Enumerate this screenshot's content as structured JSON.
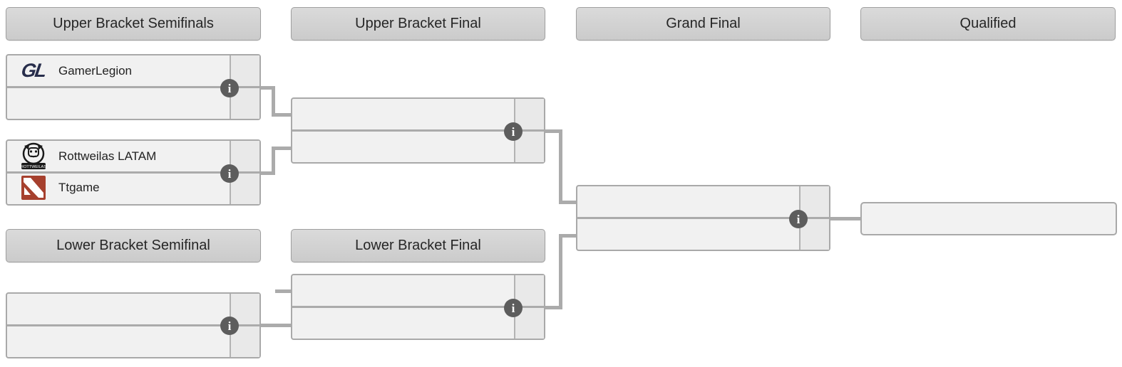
{
  "bracket": {
    "headers": [
      {
        "label": "Upper Bracket Semifinals"
      },
      {
        "label": "Upper Bracket Final"
      },
      {
        "label": "Grand Final"
      },
      {
        "label": "Qualified"
      },
      {
        "label": "Lower Bracket Semifinal"
      },
      {
        "label": "Lower Bracket Final"
      }
    ],
    "matches": {
      "ub_semifinal_1": {
        "teams": [
          {
            "name": "GamerLegion",
            "logo": "gamerlegion-logo"
          },
          {
            "name": "",
            "logo": ""
          }
        ]
      },
      "ub_semifinal_2": {
        "teams": [
          {
            "name": "Rottweilas LATAM",
            "logo": "rottweilas-logo"
          },
          {
            "name": "Ttgame",
            "logo": "dota2-logo"
          }
        ]
      },
      "ub_final": {
        "teams": [
          {
            "name": "",
            "logo": ""
          },
          {
            "name": "",
            "logo": ""
          }
        ]
      },
      "lb_semifinal": {
        "teams": [
          {
            "name": "",
            "logo": ""
          },
          {
            "name": "",
            "logo": ""
          }
        ]
      },
      "lb_final": {
        "teams": [
          {
            "name": "",
            "logo": ""
          },
          {
            "name": "",
            "logo": ""
          }
        ]
      },
      "grand_final": {
        "teams": [
          {
            "name": "",
            "logo": ""
          },
          {
            "name": "",
            "logo": ""
          }
        ]
      },
      "qualified": {
        "name": ""
      }
    },
    "logos": {
      "gamerlegion": {
        "text": "GL",
        "color": "#272d4b"
      },
      "rottweilas": {
        "banner_text": "ROTTWEILAS",
        "color": "#1a1a1a"
      },
      "dota2": {
        "color": "#a6402e"
      }
    },
    "info_icon_glyph": "i",
    "colors": {
      "connector": "#ababab",
      "match_bg": "#f1f1f1",
      "score_bg": "#e9e9e9",
      "header_bg": "#d3d3d3",
      "info_circle": "#5d5d5d"
    }
  }
}
